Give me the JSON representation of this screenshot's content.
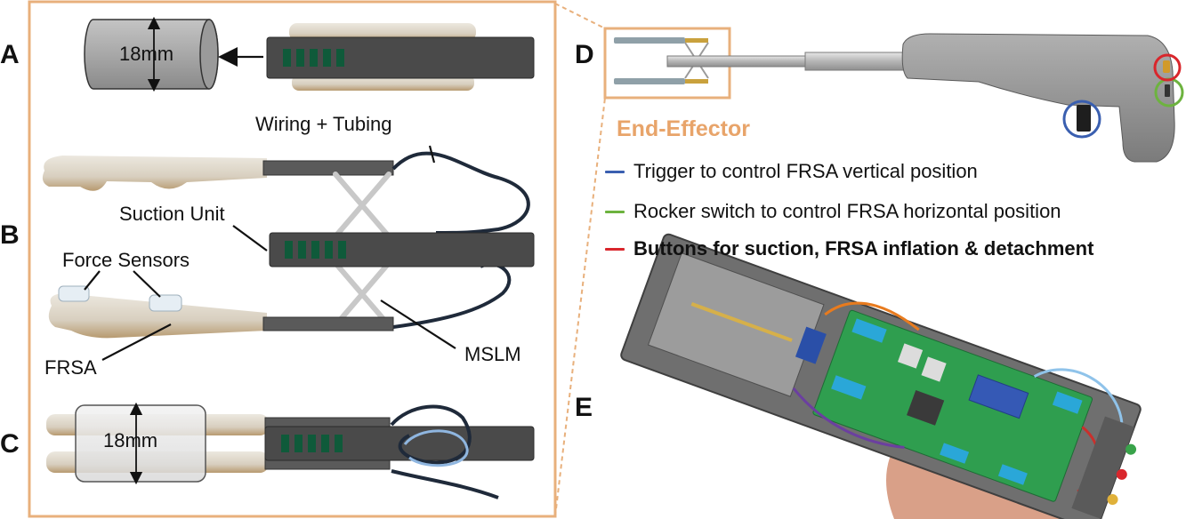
{
  "panels": {
    "A": "A",
    "B": "B",
    "C": "C",
    "D": "D",
    "E": "E"
  },
  "panel_a": {
    "diameter_label": "18mm"
  },
  "panel_b": {
    "callouts": {
      "wiring_tubing": "Wiring + Tubing",
      "suction_unit": "Suction Unit",
      "force_sensors": "Force Sensors",
      "frsa": "FRSA",
      "mslm": "MSLM"
    }
  },
  "panel_c": {
    "diameter_label": "18mm"
  },
  "panel_d": {
    "end_effector_label": "End-Effector",
    "legend": [
      {
        "key": "blue",
        "color": "#3a5fb0",
        "text": "Trigger to control FRSA vertical position",
        "bold": false
      },
      {
        "key": "green",
        "color": "#6db33f",
        "text": "Rocker switch to control FRSA horizontal position",
        "bold": false
      },
      {
        "key": "red",
        "color": "#d9262c",
        "text": "Buttons for suction, FRSA inflation & detachment",
        "bold": true
      }
    ]
  },
  "colors": {
    "frame": "#e8b07c",
    "end_effector_text": "#e8a46a",
    "device_body": "#8c8c8c",
    "board_green": "#2f9e4f",
    "connector_blue": "#2aa7d8"
  }
}
